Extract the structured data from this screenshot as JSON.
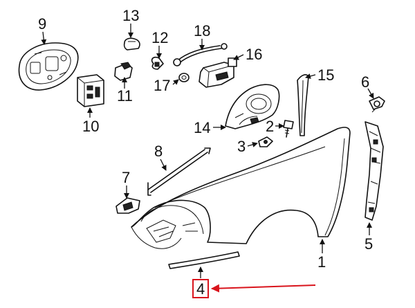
{
  "callouts": {
    "p1": "1",
    "p2": "2",
    "p3": "3",
    "p4": "4",
    "p5": "5",
    "p6": "6",
    "p7": "7",
    "p8": "8",
    "p9": "9",
    "p10": "10",
    "p11": "11",
    "p12": "12",
    "p13": "13",
    "p14": "14",
    "p15": "15",
    "p16": "16",
    "p17": "17",
    "p18": "18"
  },
  "highlight": {
    "callout": "4",
    "color": "#d9141c"
  },
  "colors": {
    "line": "#111111",
    "background": "#ffffff"
  }
}
